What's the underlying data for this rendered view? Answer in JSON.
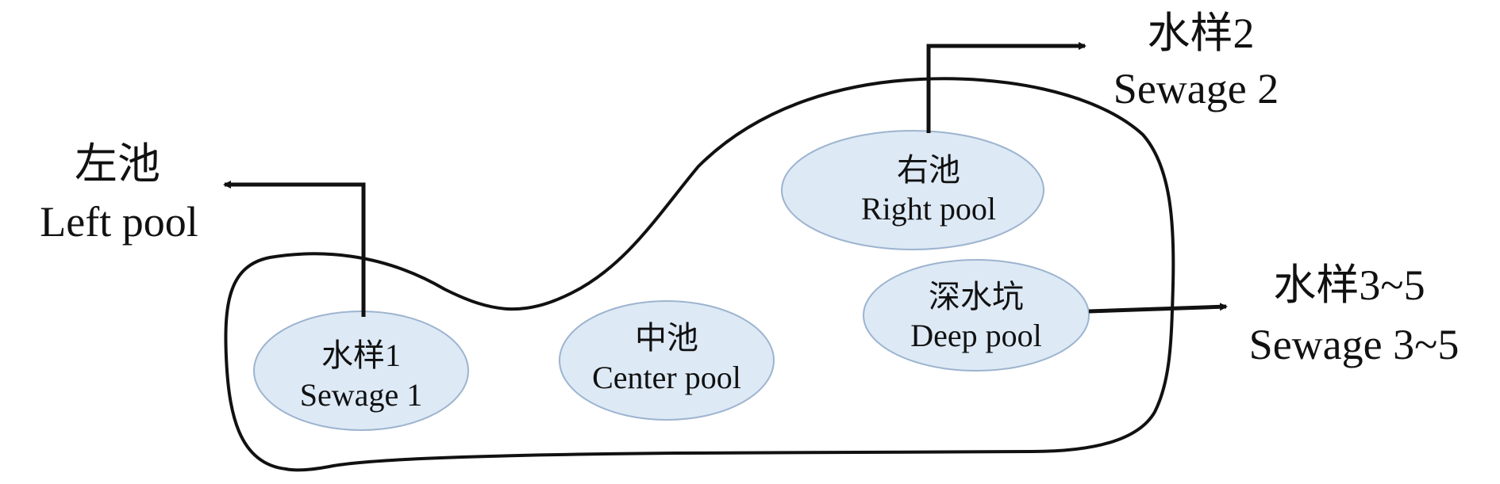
{
  "colors": {
    "pool_fill": "#dde9f5",
    "pool_stroke": "#9db4cf",
    "outline": "#111111",
    "arrow": "#111111"
  },
  "external_labels": {
    "left_pool": {
      "zh": "左池",
      "en": "Left pool"
    },
    "sewage2": {
      "zh": "水样2",
      "en": "Sewage 2"
    },
    "sewage3_5": {
      "zh": "水样3~5",
      "en": "Sewage 3~5"
    }
  },
  "pools": {
    "sewage1": {
      "zh": "水样1",
      "en": "Sewage 1"
    },
    "center": {
      "zh": "中池",
      "en": "Center pool"
    },
    "right": {
      "zh": "右池",
      "en": "Right pool"
    },
    "deep": {
      "zh": "深水坑",
      "en": "Deep pool"
    }
  }
}
